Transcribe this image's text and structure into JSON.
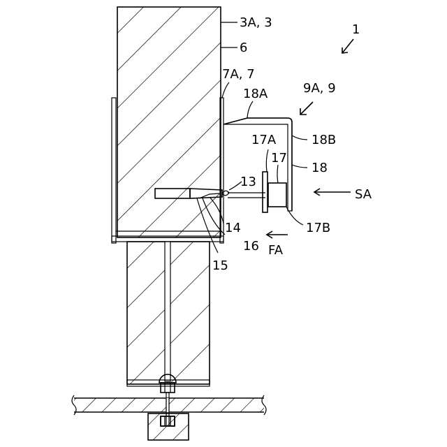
{
  "labels": {
    "fig_ref": "1",
    "l_3a": "3A, 3",
    "l_6": "6",
    "l_7a": "7A, 7",
    "l_9a": "9A, 9",
    "l_18a": "18A",
    "l_18b": "18B",
    "l_17a": "17A",
    "l_17": "17",
    "l_18": "18",
    "l_13": "13",
    "l_sa": "SA",
    "l_14": "14",
    "l_17b": "17B",
    "l_16": "16",
    "l_fa": "FA",
    "l_15": "15"
  }
}
